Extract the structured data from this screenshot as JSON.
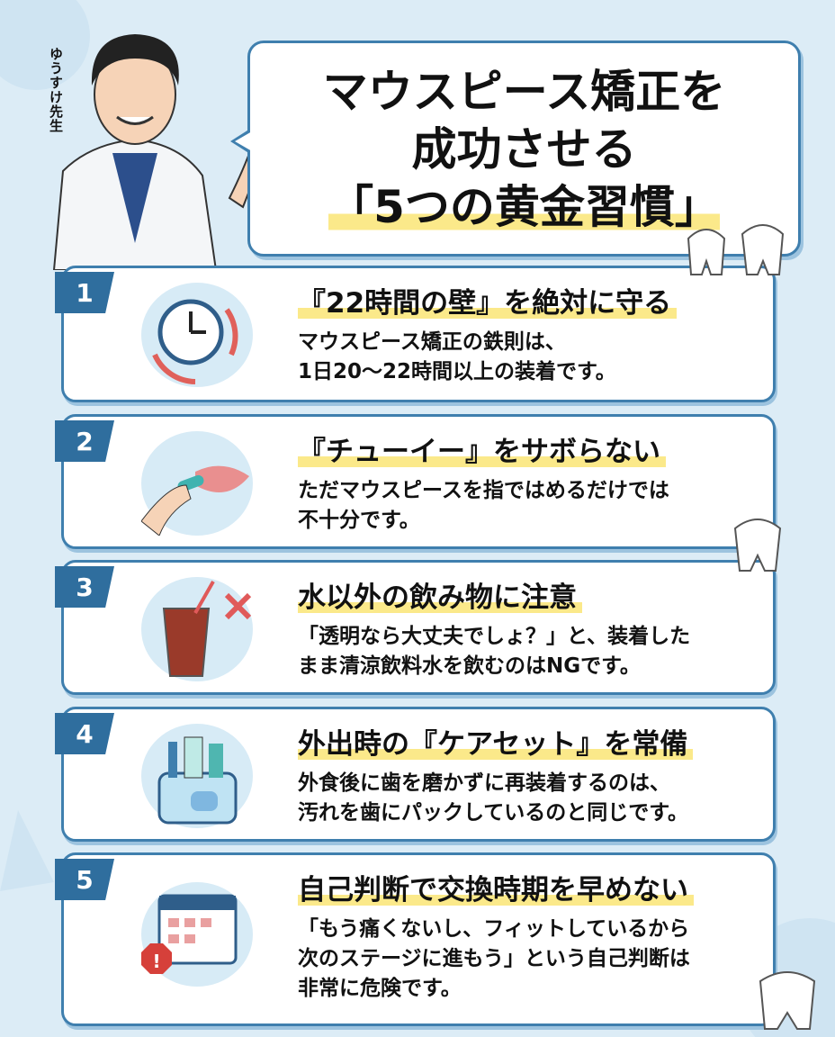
{
  "teacher_name": "ゆうすけ先生",
  "title": {
    "line1": "マウスピース矯正を",
    "line2": "成功させる",
    "line3": "「5つの黄金習慣」"
  },
  "habits": [
    {
      "number": "1",
      "heading": "『22時間の壁』を絶対に守る",
      "body": [
        "マウスピース矯正の鉄則は、",
        "1日20〜22時間以上の装着です。"
      ],
      "icon": "clock-icon"
    },
    {
      "number": "2",
      "heading": "『チューイー』をサボらない",
      "body": [
        "ただマウスピースを指ではめるだけでは",
        "不十分です。"
      ],
      "icon": "chewie-icon"
    },
    {
      "number": "3",
      "heading": "水以外の飲み物に注意",
      "body": [
        "「透明なら大丈夫でしょ？」と、装着した",
        "まま清涼飲料水を飲むのはNGです。"
      ],
      "icon": "drink-icon"
    },
    {
      "number": "4",
      "heading": "外出時の『ケアセット』を常備",
      "body": [
        "外食後に歯を磨かずに再装着するのは、",
        "汚れを歯にパックしているのと同じです。"
      ],
      "icon": "care-set-icon"
    },
    {
      "number": "5",
      "heading": "自己判断で交換時期を早めない",
      "body": [
        "「もう痛くないし、フィットしているから",
        "次のステージに進もう」という自己判断は",
        "非常に危険です。"
      ],
      "icon": "calendar-icon"
    }
  ],
  "colors": {
    "accent": "#2f6e9e",
    "highlight": "#fbe98a",
    "background": "#dcecf6"
  }
}
